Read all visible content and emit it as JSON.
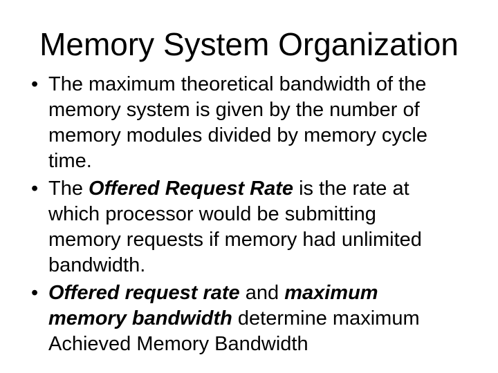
{
  "slide": {
    "background_color": "#ffffff",
    "text_color": "#000000",
    "title": "Memory System Organization",
    "bullet_char": "•",
    "bullets": [
      {
        "segments": [
          {
            "style": "regular",
            "text": "The maximum theoretical bandwidth of the\nmemory system is given by the number of\nmemory modules divided by memory cycle\ntime."
          }
        ]
      },
      {
        "segments": [
          {
            "style": "regular",
            "text": "The "
          },
          {
            "style": "bold-italic",
            "text": "Offered Request Rate"
          },
          {
            "style": "regular",
            "text": " is the rate at\nwhich processor would be submitting\nmemory requests if memory had unlimited\nbandwidth."
          }
        ]
      },
      {
        "segments": [
          {
            "style": "bold-italic",
            "text": "Offered request rate"
          },
          {
            "style": "regular",
            "text": " and "
          },
          {
            "style": "bold-italic",
            "text": "maximum\nmemory bandwidth"
          },
          {
            "style": "regular",
            "text": " determine maximum\nAchieved Memory Bandwidth"
          }
        ]
      }
    ]
  }
}
